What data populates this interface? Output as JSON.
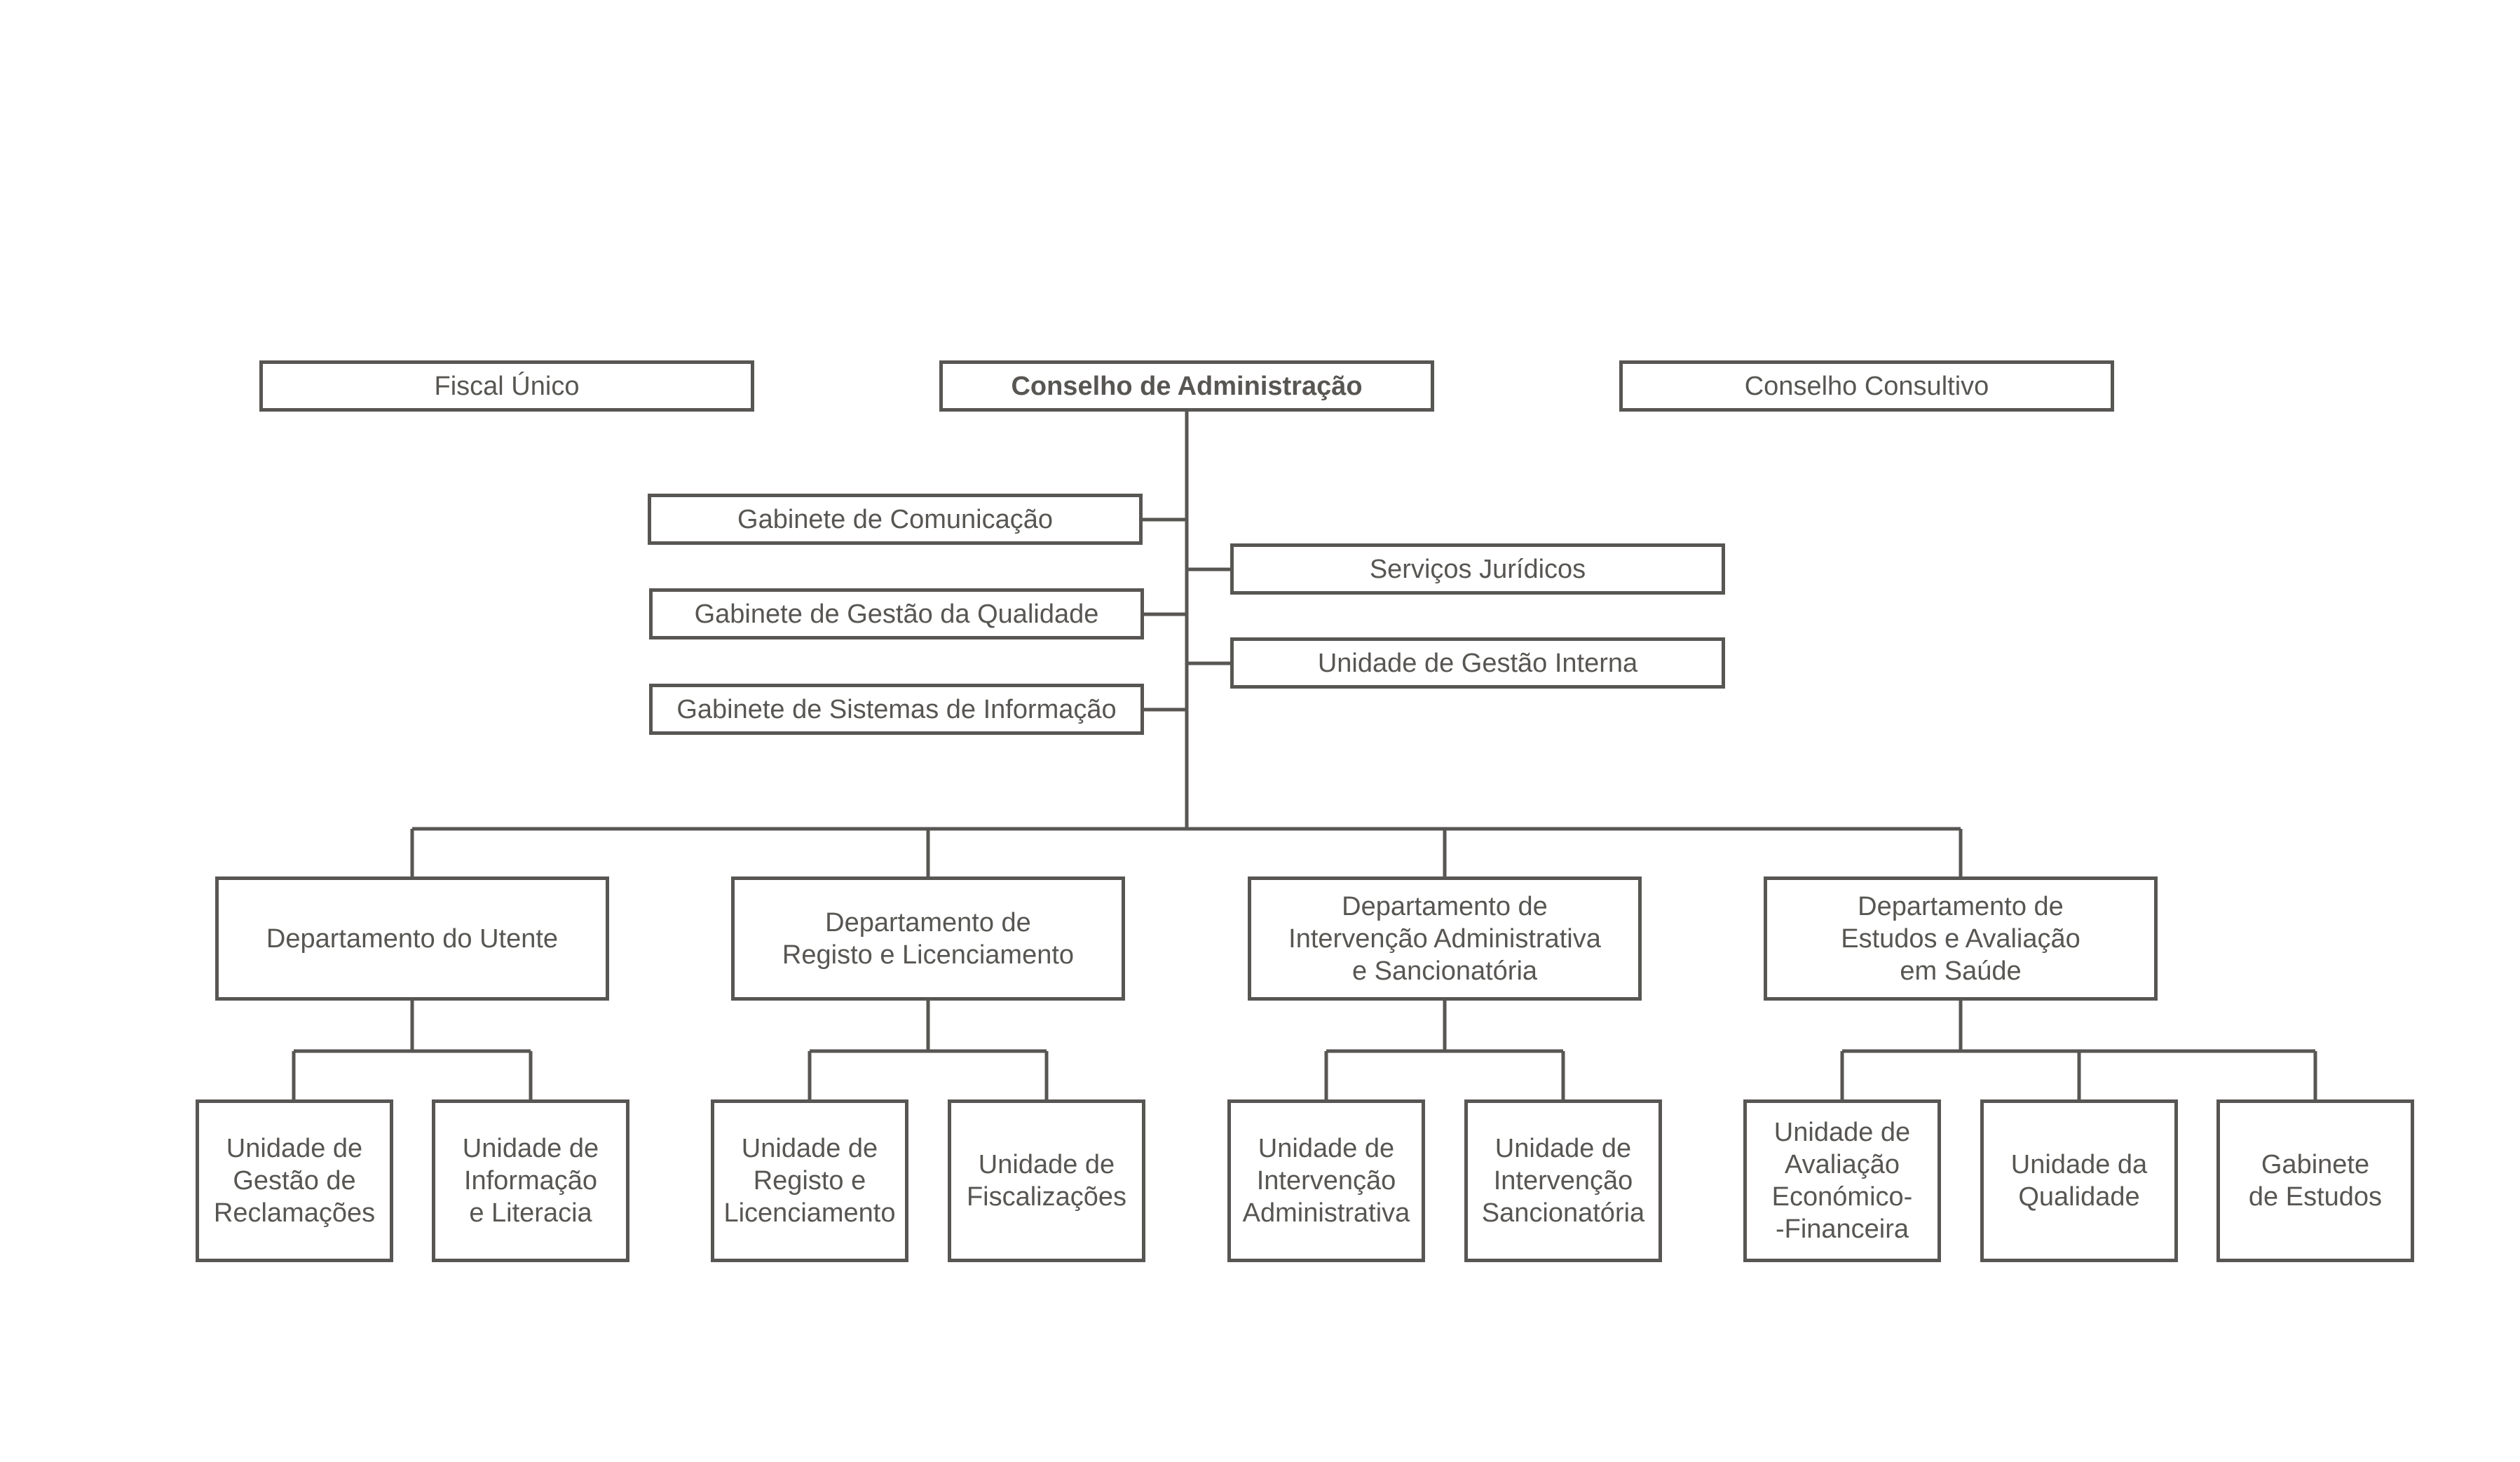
{
  "colors": {
    "stroke": "#585653",
    "text": "#585653",
    "background": "#ffffff"
  },
  "top": {
    "fiscal": "Fiscal Único",
    "board": "Conselho de Administração",
    "advisory": "Conselho Consultivo"
  },
  "staff_left": [
    "Gabinete de Comunicação",
    "Gabinete de Gestão da Qualidade",
    "Gabinete de Sistemas de Informação"
  ],
  "staff_right": [
    "Serviços Jurídicos",
    "Unidade de Gestão Interna"
  ],
  "departments": [
    {
      "lines": [
        "Departamento do Utente"
      ],
      "units": [
        [
          "Unidade de",
          "Gestão de",
          "Reclamações"
        ],
        [
          "Unidade de",
          "Informação",
          "e Literacia"
        ]
      ]
    },
    {
      "lines": [
        "Departamento de",
        "Registo e Licenciamento"
      ],
      "units": [
        [
          "Unidade de",
          "Registo e",
          "Licenciamento"
        ],
        [
          "Unidade de",
          "Fiscalizações"
        ]
      ]
    },
    {
      "lines": [
        "Departamento de",
        "Intervenção Administrativa",
        "e Sancionatória"
      ],
      "units": [
        [
          "Unidade de",
          "Intervenção",
          "Administrativa"
        ],
        [
          "Unidade de",
          "Intervenção",
          "Sancionatória"
        ]
      ]
    },
    {
      "lines": [
        "Departamento de",
        "Estudos e Avaliação",
        "em Saúde"
      ],
      "units": [
        [
          "Unidade de",
          "Avaliação",
          "Económico-",
          "-Financeira"
        ],
        [
          "Unidade da",
          "Qualidade"
        ],
        [
          "Gabinete",
          "de Estudos"
        ]
      ]
    }
  ]
}
